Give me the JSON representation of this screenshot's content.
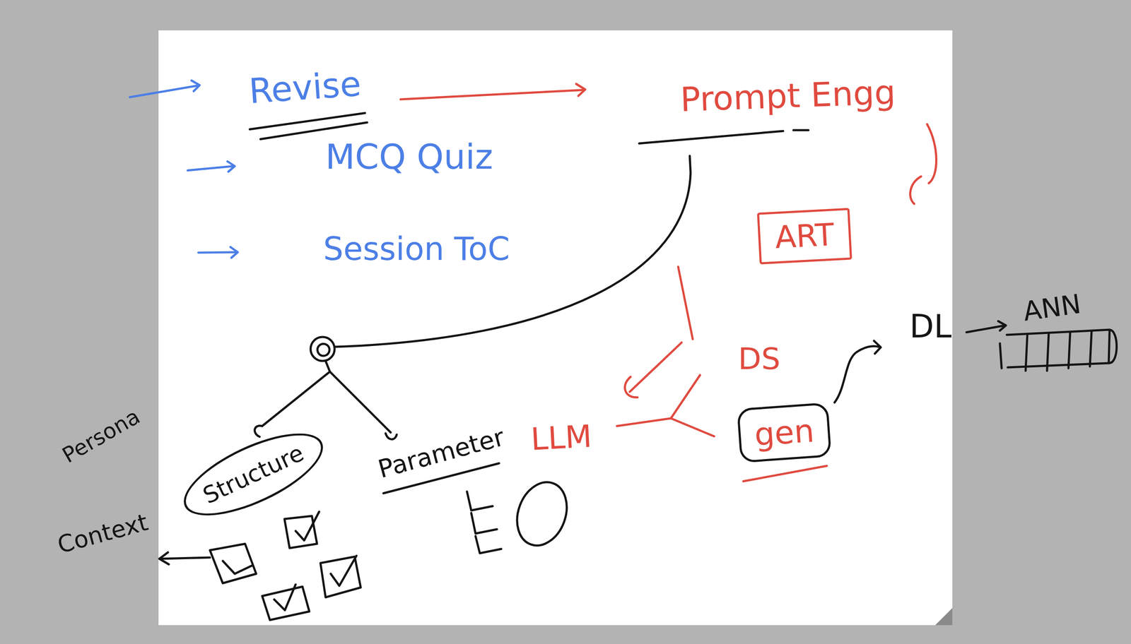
{
  "diagram": {
    "nodes": [
      {
        "text": [
          "ART"
        ]
      },
      {
        "text": [
          "gen"
        ]
      },
      {
        "text": [
          "Structure"
        ]
      }
    ],
    "labels": [
      "Revise",
      "MCQ Quiz",
      "Session ToC",
      "Prompt Engg",
      "DS",
      "DL",
      "ANN",
      "LLM",
      "Persona",
      "Parameter",
      "Context"
    ]
  }
}
